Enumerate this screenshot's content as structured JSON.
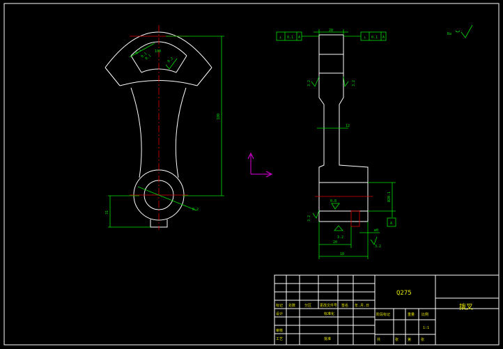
{
  "views": {
    "front": {
      "dims": {
        "width_top": "100",
        "height": "180",
        "bottom": "31",
        "arc_label": "0.2"
      },
      "roughness": [
        "0.1",
        "0.1",
        "0.1",
        "0.2"
      ]
    },
    "side": {
      "top_dim": "20",
      "tol_left": [
        "⊥",
        "0.1",
        "A"
      ],
      "tol_right": [
        "⊥",
        "0.1",
        "A"
      ],
      "mid_dim": "12",
      "right_dim": "Ø20.1",
      "datum": "A",
      "lower_dims": {
        "inner": "20",
        "overall": "18",
        "right": "ø0"
      },
      "roughness": [
        "3.2",
        "3.2",
        "0.8",
        "3.2",
        "3.2",
        "3.2"
      ]
    }
  },
  "corner_symbol": "Ra",
  "title_block": {
    "material": "Q275",
    "part_name": "拨叉",
    "header_labels": [
      "标记",
      "处数",
      "分区",
      "更改文件号",
      "签名",
      "年.月.日"
    ],
    "row_labels": [
      "设计",
      "标准化"
    ],
    "lower_labels": [
      "审核",
      "工艺",
      "批准"
    ],
    "stage_labels": [
      "阶段标记",
      "重量",
      "比例"
    ],
    "scale": "1:1",
    "sheet_labels": [
      "共",
      "张",
      "第",
      "张"
    ]
  }
}
